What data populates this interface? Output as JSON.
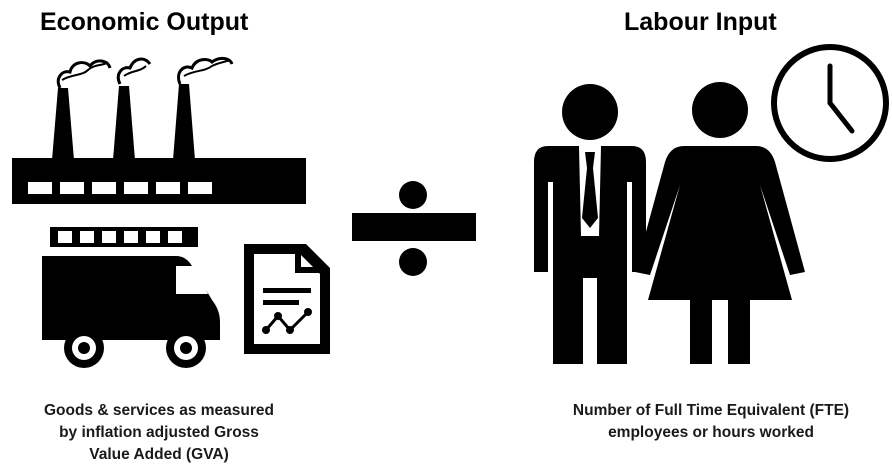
{
  "left": {
    "title": "Economic Output",
    "caption_lines": [
      "Goods & services as measured",
      "by inflation adjusted Gross",
      "Value Added (GVA)"
    ],
    "icons": [
      "factory-icon",
      "van-icon",
      "document-chart-icon"
    ]
  },
  "operator": {
    "symbol": "divide-icon"
  },
  "right": {
    "title": "Labour Input",
    "caption_lines": [
      "Number of Full Time Equivalent (FTE)",
      "employees or hours worked"
    ],
    "icons": [
      "man-icon",
      "woman-icon",
      "clock-icon"
    ]
  },
  "colors": {
    "icon": "#000000",
    "background": "#ffffff"
  }
}
